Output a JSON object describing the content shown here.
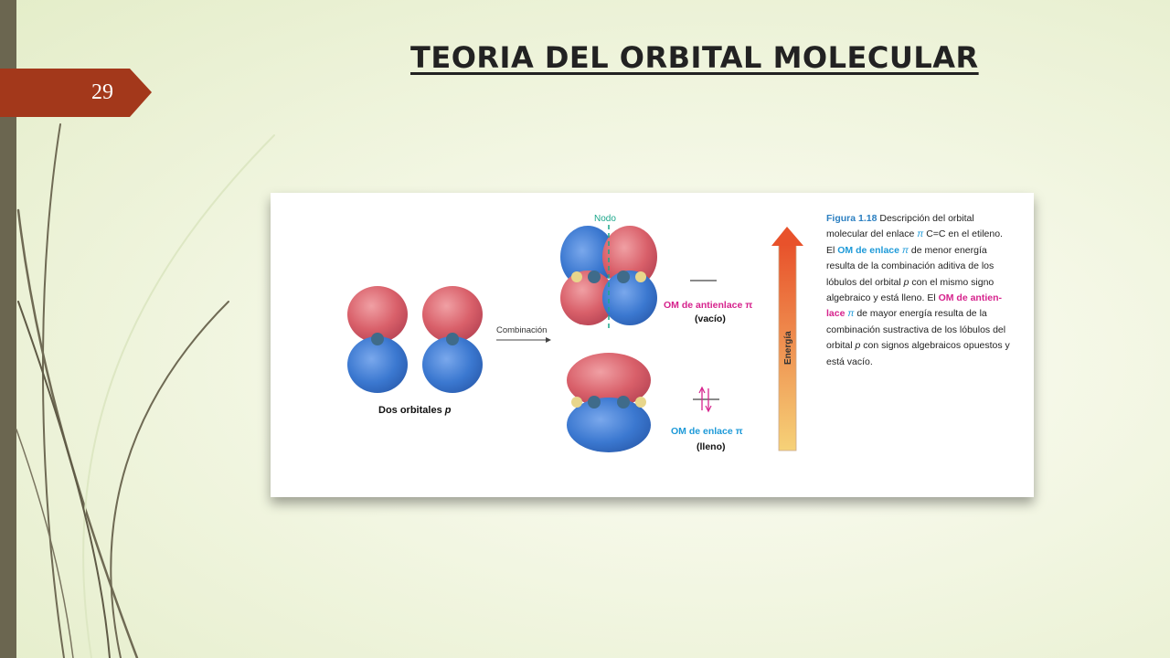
{
  "slide": {
    "number": "29",
    "title": "TEORIA DEL ORBITAL MOLECULAR"
  },
  "figure": {
    "node_label": "Nodo",
    "combination_label": "Combinación",
    "two_orbitals_label": "Dos orbitales",
    "two_orbitals_p": "p",
    "antibonding_label": "OM de antienlace π",
    "antibonding_state": "(vacío)",
    "bonding_label": "OM de enlace π",
    "bonding_state": "(lleno)",
    "energy_label": "Energía",
    "caption": {
      "fig_number": "Figura 1.18",
      "p1": " Descripción del orbital molecular del enlace ",
      "pi1": "π",
      "p2": " C=C en el etileno. El ",
      "bonding_term": "OM de enlace",
      "pi2": "π",
      "p3": " de menor energía resulta de la combinación aditiva de los lóbulos del orbital ",
      "p_italic1": "p",
      "p4": " con el mismo signo algebraico y está lleno. El ",
      "antibonding_term": "OM de antien-lace",
      "pi3": "π",
      "p5": " de mayor energía resulta de la combinación sustractiva de los lóbulos del orbital ",
      "p_italic2": "p",
      "p6": " con signos algebraicos opuestos y está vacío."
    },
    "colors": {
      "red_lobe": "#d9606a",
      "blue_lobe": "#3b78d0",
      "node_line": "#1aa68a",
      "pink": "#d6238d",
      "cyan": "#1e9ad8",
      "arrow_top": "#e8522b",
      "arrow_bottom": "#f6d278"
    }
  }
}
